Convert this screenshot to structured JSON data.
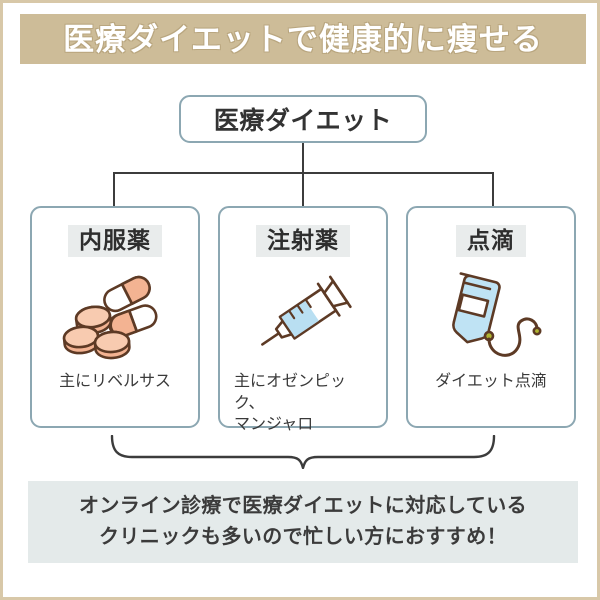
{
  "header": {
    "title": "医療ダイエットで健康的に痩せる",
    "background_color": "#cdbc98",
    "text_color": "#ffffff"
  },
  "frame": {
    "border_color": "#d8c8a8",
    "background_color": "#ffffff"
  },
  "diagram": {
    "root": {
      "label": "医療ダイエット",
      "border_color": "#8ca7b2"
    },
    "connector_color": "#3c3c3c",
    "categories": [
      {
        "title": "内服薬",
        "title_highlight_color": "#e9ecec",
        "icon": "pills-icon",
        "caption": "主にリベルサス",
        "caption_lines": [
          "主にリベルサス"
        ],
        "accent_color": "#f0b896"
      },
      {
        "title": "注射薬",
        "title_highlight_color": "#e9ecec",
        "icon": "syringe-icon",
        "caption": "主にオゼンピック、マンジャロ",
        "caption_lines": [
          "主にオゼンピック、",
          "マンジャロ"
        ],
        "accent_color": "#b9dff2"
      },
      {
        "title": "点滴",
        "title_highlight_color": "#e9ecec",
        "icon": "iv-drip-icon",
        "caption": "ダイエット点滴",
        "caption_lines": [
          "ダイエット点滴"
        ],
        "accent_color": "#b9dff2"
      }
    ]
  },
  "footer": {
    "background_color": "#e4eaea",
    "lines": [
      "オンライン診療で医療ダイエットに対応している",
      "クリニックも多いので忙しい方におすすめ！"
    ]
  }
}
